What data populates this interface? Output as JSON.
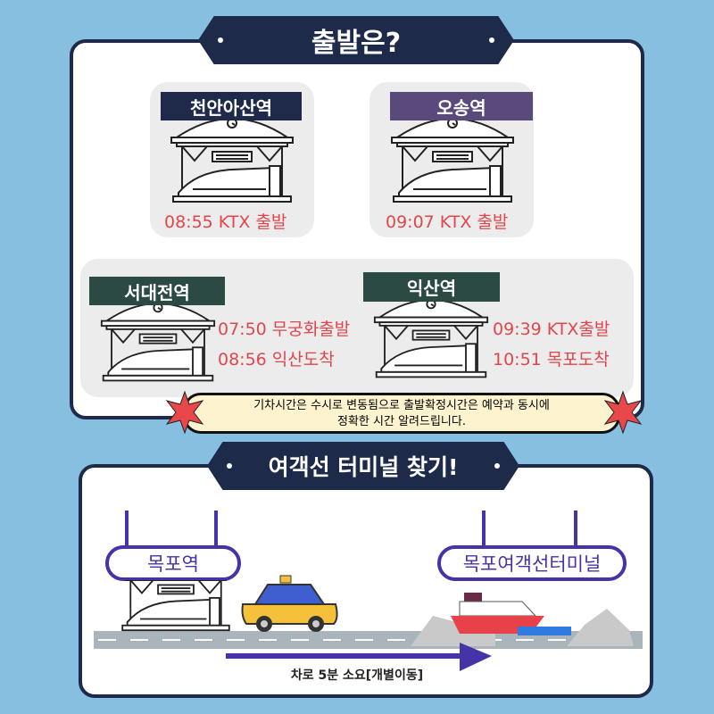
{
  "departure": {
    "title": "출발은?",
    "stations": [
      {
        "name": "천안아산역",
        "times": [
          "08:55 KTX 출발"
        ],
        "label_color": "#1f2a4a"
      },
      {
        "name": "오송역",
        "times": [
          "09:07 KTX 출발"
        ],
        "label_color": "#5a4a7c"
      },
      {
        "name": "서대전역",
        "times": [
          "07:50 무궁화출발",
          "08:56 익산도착"
        ],
        "label_color": "#2b4a44"
      },
      {
        "name": "익산역",
        "times": [
          "09:39 KTX출발",
          "10:51 목포도착"
        ],
        "label_color": "#2b4a44"
      }
    ],
    "notice": [
      "기차시간은 수시로 변동됨으로 출발확정시간은 예약과 동시에",
      "정확한 시간 알려드립니다."
    ]
  },
  "terminal": {
    "title": "여객선 터미널 찾기!",
    "from": "목포역",
    "to": "목포여객선터미널",
    "route": "차로 5분 소요[개별이동]"
  },
  "colors": {
    "navy": "#1e2a4a",
    "red": "#e0474c",
    "purple": "#4434a8",
    "background": "#87bfe0"
  }
}
